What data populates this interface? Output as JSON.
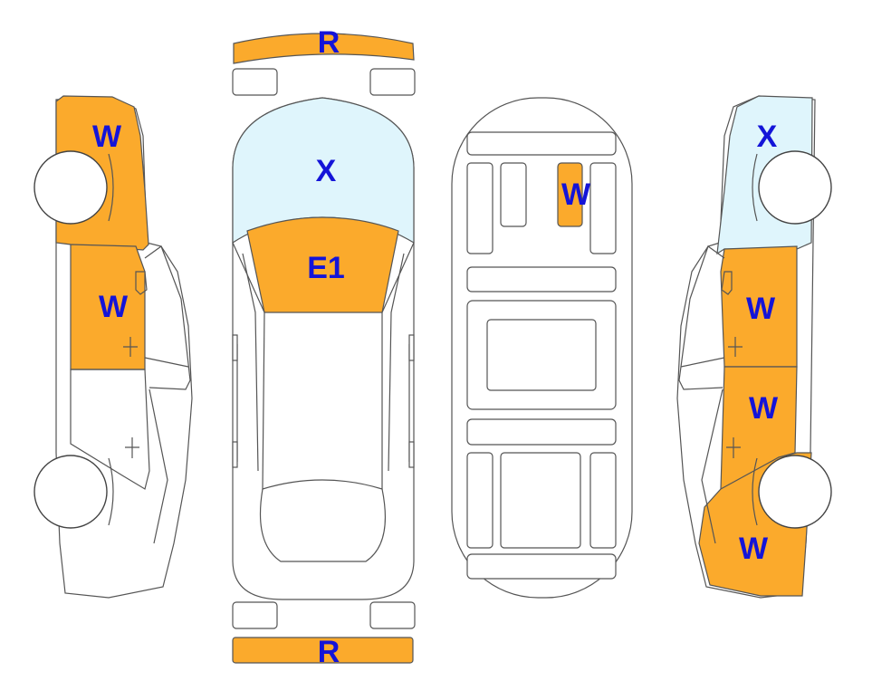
{
  "colors": {
    "orange": "#FBAA2C",
    "light_blue": "#DFF5FC",
    "label": "#1414D8",
    "outline": "#555555"
  },
  "labels": {
    "front_bumper": "R",
    "windshield": "X",
    "hood": "E1",
    "roof_center": "W",
    "left_front_fender": "W",
    "left_front_door": "W",
    "right_rear_glass": "X",
    "right_front_door": "W",
    "right_rear_door": "W",
    "right_rear_fender": "W",
    "rear_bumper": "R"
  },
  "icons": {
    "diagram": "car-damage-diagram"
  }
}
